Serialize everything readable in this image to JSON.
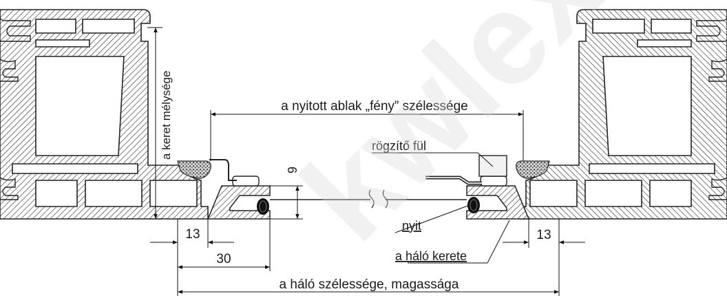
{
  "diagram": {
    "labels": {
      "frame_depth": "a keret mélysége",
      "light_width": "a nyitott ablak „fény” szélessége",
      "clip": "rögzítő fül",
      "open": "nyit",
      "net_frame": "a háló kerete",
      "net_width": "a háló szélessége, magassága"
    },
    "dimensions": {
      "left_offset": "13",
      "right_offset": "13",
      "grip_depth": "30",
      "profile_height": "9"
    },
    "watermark": "kwlex"
  }
}
